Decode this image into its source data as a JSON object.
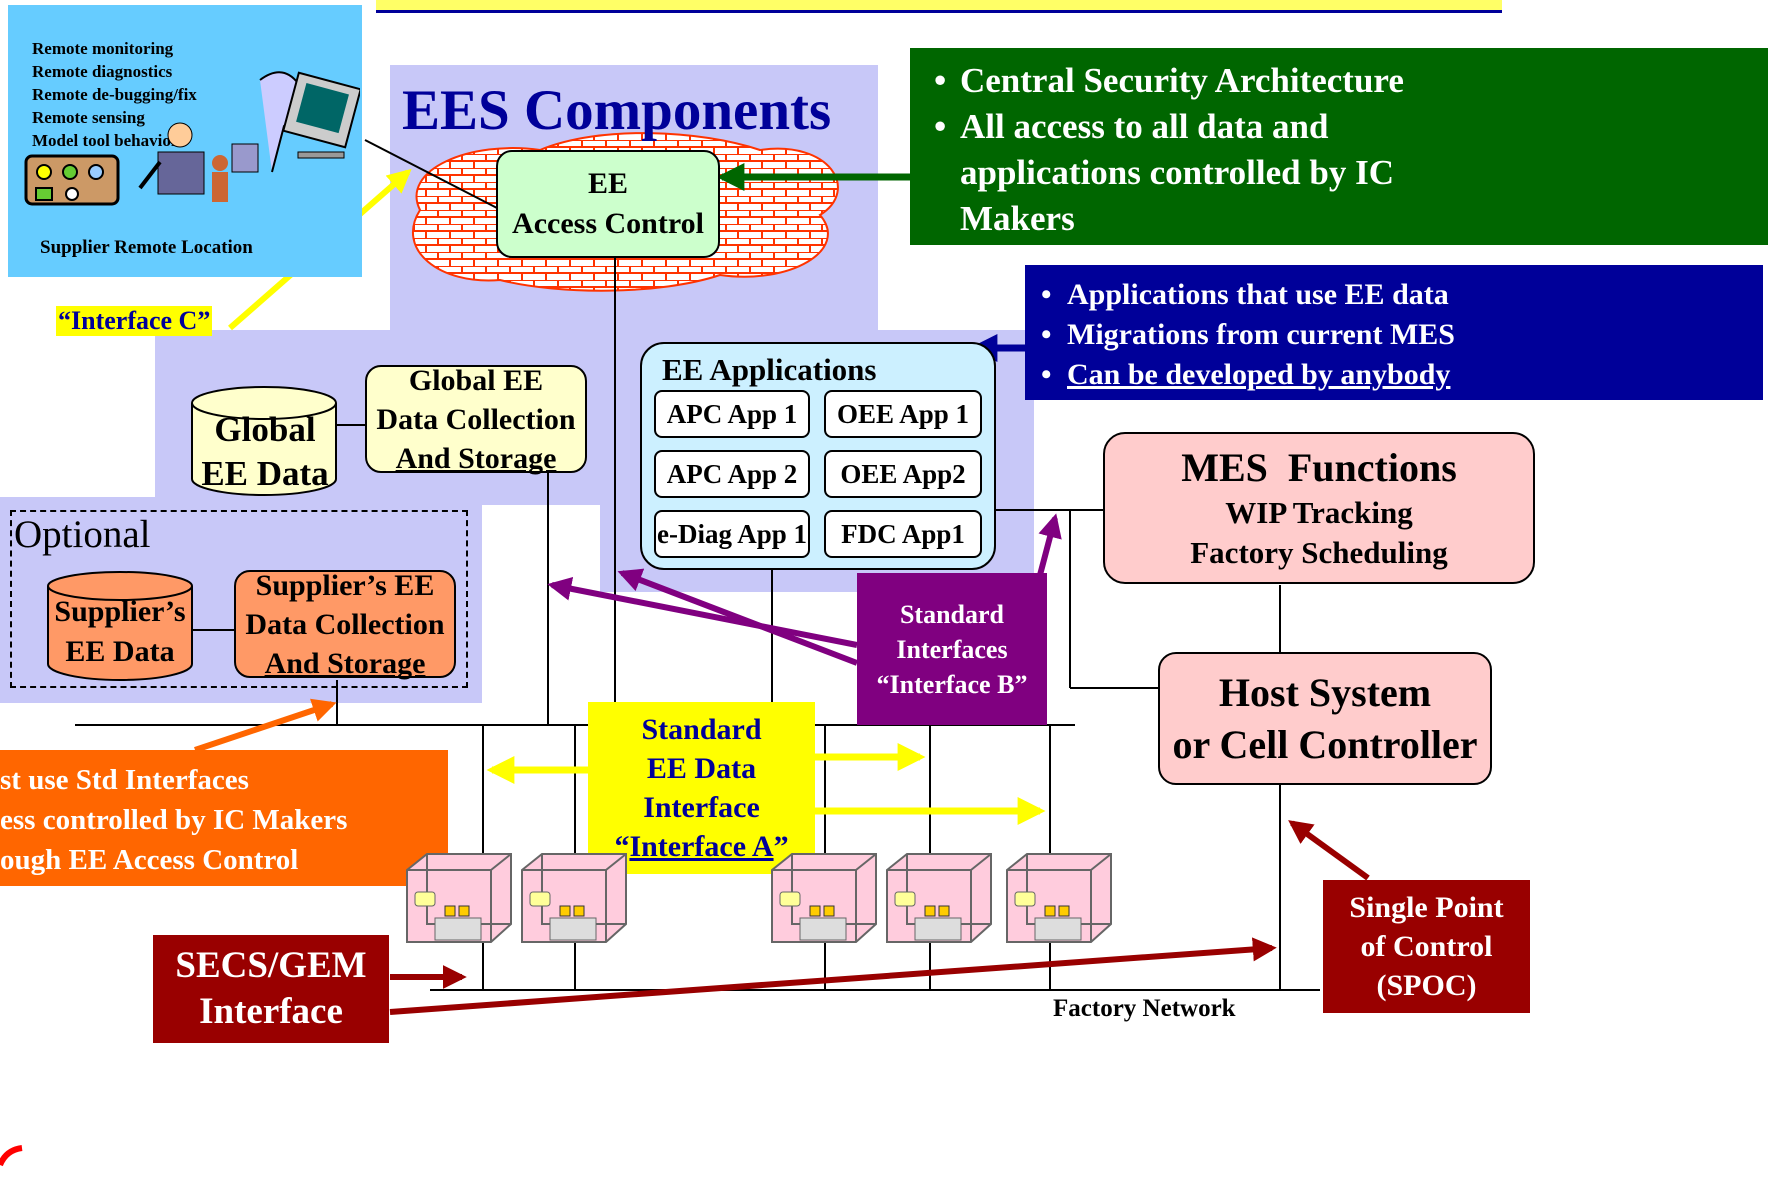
{
  "colors": {
    "lavender": "#c8c8f8",
    "green": "#006600",
    "navy": "#000099",
    "purple": "#800080",
    "orange": "#ff6600",
    "yellow": "#ffff00",
    "dark_red": "#990000",
    "mint": "#ccffcc",
    "light_blue": "#ccf0ff",
    "pink": "#ffcccc",
    "cream": "#ffffcc",
    "light_orange": "#ff9966",
    "brick": "#ff3300",
    "sky": "#66ccff"
  },
  "supplier_remote": {
    "items": [
      "Remote monitoring",
      "Remote diagnostics",
      "Remote de-bugging/fix",
      "Remote sensing",
      "Model tool behavior"
    ],
    "location_label": "Supplier Remote Location",
    "interface_c": "“Interface C”"
  },
  "ees_title": "EES Components",
  "access_control": {
    "line1": "EE",
    "line2": "Access Control"
  },
  "security_callout": {
    "bullets": [
      "Central Security Architecture",
      "All access to all data and applications controlled by IC Makers"
    ]
  },
  "apps_callout": {
    "bullets": [
      "Applications that use EE data",
      "Migrations from current MES",
      "Can be developed by anybody"
    ]
  },
  "ee_applications": {
    "title": "EE Applications",
    "apps": [
      "APC App 1",
      "OEE App 1",
      "APC App 2",
      "OEE App2",
      "e-Diag App 1",
      "FDC App1"
    ]
  },
  "global_data": {
    "line1": "Global",
    "line2": "EE Data"
  },
  "global_collection": {
    "line1": "Global EE",
    "line2": "Data Collection",
    "line3": "And Storage"
  },
  "optional": {
    "label": "Optional",
    "supplier_data": {
      "line1": "Supplier’s",
      "line2": "EE Data"
    },
    "supplier_collection": {
      "line1": "Supplier’s EE",
      "line2": "Data Collection",
      "line3": "And Storage"
    }
  },
  "mes": {
    "title": "MES  Functions",
    "line1": "WIP Tracking",
    "line2": "Factory Scheduling"
  },
  "host": {
    "line1": "Host System",
    "line2": "or Cell Controller"
  },
  "interface_b": {
    "line1": "Standard",
    "line2": "Interfaces",
    "line3": "“Interface B”"
  },
  "interface_a": {
    "line1": "Standard",
    "line2": "EE Data",
    "line3": "Interface",
    "q_open": "“",
    "line4": "Interface A",
    "q_close": "”"
  },
  "std_callout": {
    "line1": "st use Std Interfaces",
    "line2": "ess controlled by IC Makers",
    "line3": "ough EE Access Control"
  },
  "secs_gem": {
    "line1": "SECS/GEM",
    "line2": "Interface"
  },
  "spoc": {
    "line1": "Single Point",
    "line2": "of Control",
    "line3": "(SPOC)"
  },
  "factory_network": "Factory Network"
}
